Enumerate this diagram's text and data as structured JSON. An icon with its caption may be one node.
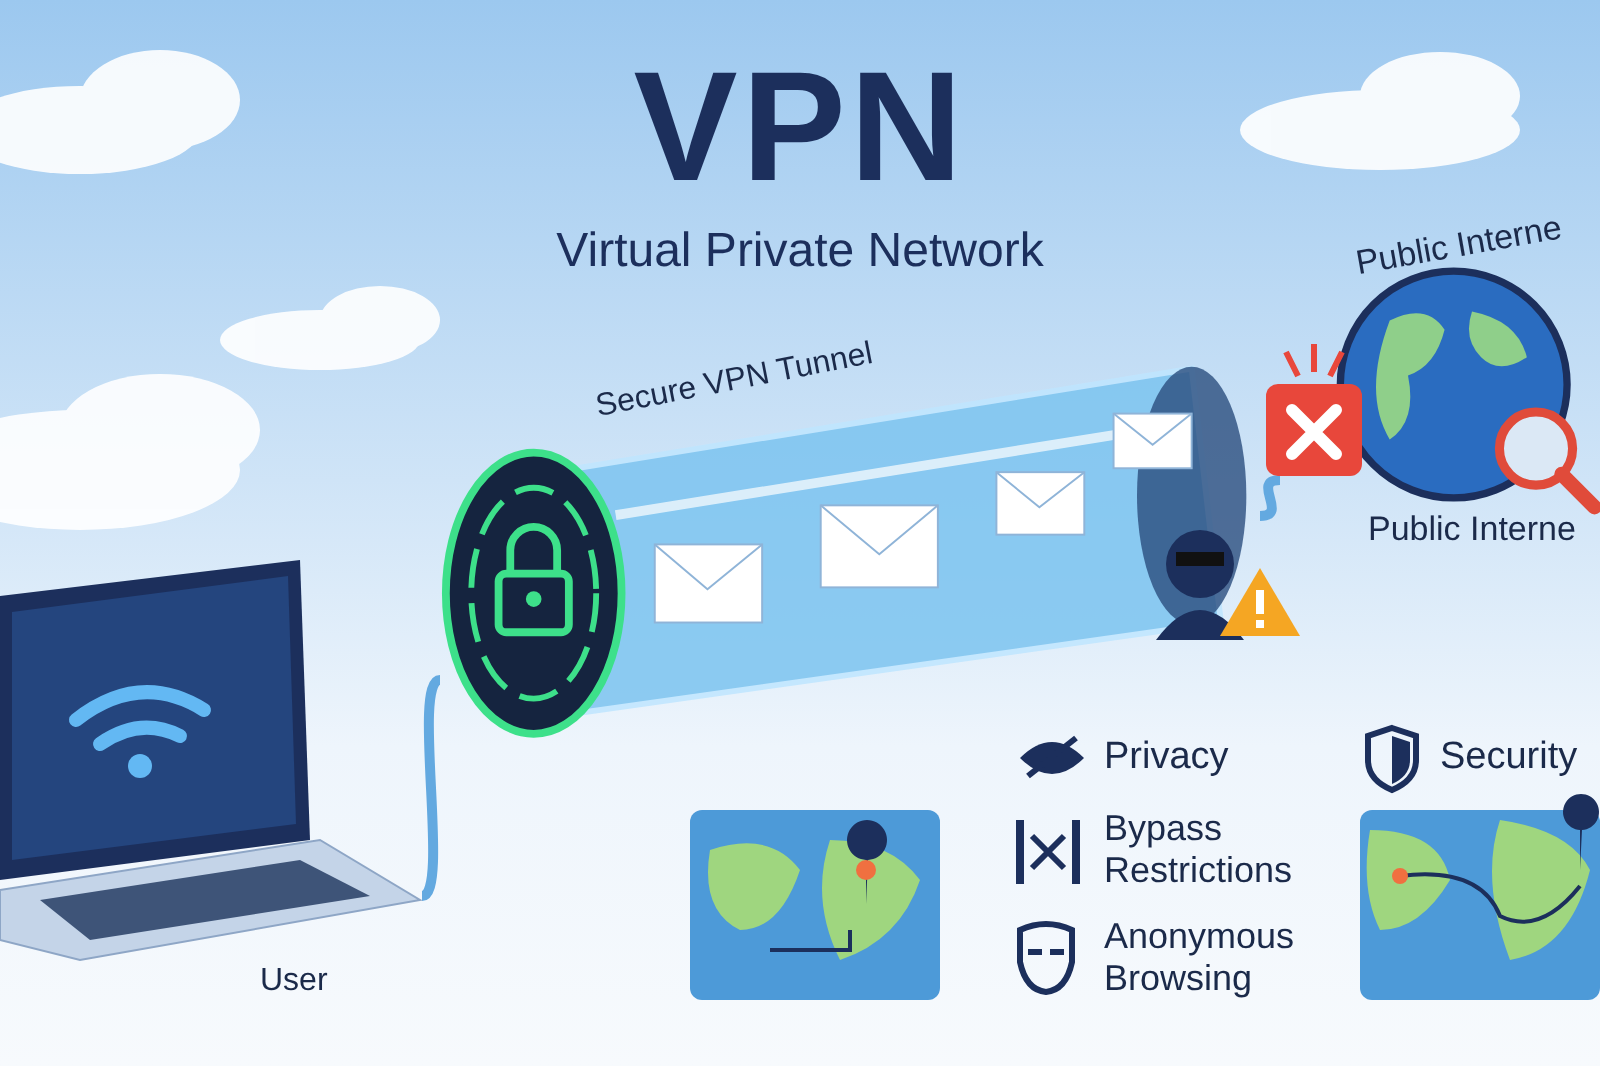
{
  "diagram": {
    "title": "VPN",
    "nodes": [
      {
        "text": [],
        "shape": "picture",
        "beside": [
          "User"
        ]
      },
      {
        "text": [
          "Secure VPN Tunnel"
        ]
      },
      {
        "text": [
          "Public Interne"
        ],
        "beside": [
          "Public Interne"
        ]
      }
    ],
    "edges": [
      {
        "from": 0,
        "to": 1,
        "arrow": "none"
      },
      {
        "from": 1,
        "to": 2,
        "arrow": "none"
      }
    ],
    "labels": [
      "Virtual Private Network",
      "Privacy",
      "Security",
      "Bypass Restrictions",
      "Anonymous Browsing"
    ]
  }
}
